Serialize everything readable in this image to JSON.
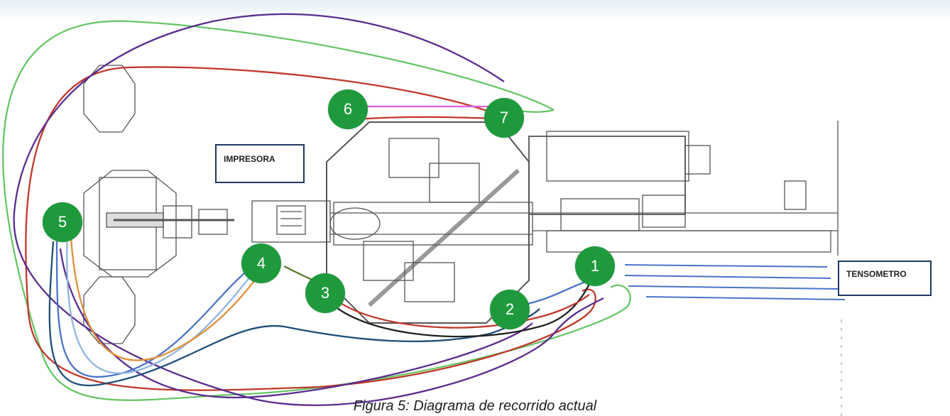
{
  "labels": {
    "impresora": "IMPRESORA",
    "tensometro": "TENSOMETRO"
  },
  "markers": [
    "1",
    "2",
    "3",
    "4",
    "5",
    "6",
    "7"
  ],
  "caption": "Figura 5: Diagrama de recorrido actual",
  "colors": {
    "marker_fill": "#1e9a3c",
    "marker_text": "#ffffff",
    "route_green": "#66c766",
    "route_red": "#c0392b",
    "route_purple": "#5b2c8f",
    "route_blue": "#4a74c9",
    "route_light_blue": "#8fb4e0",
    "route_orange": "#e0903a",
    "route_black": "#222222",
    "route_pink": "#e060e0",
    "route_dark_blue": "#1f4e79",
    "box_border": "#1f3864"
  }
}
